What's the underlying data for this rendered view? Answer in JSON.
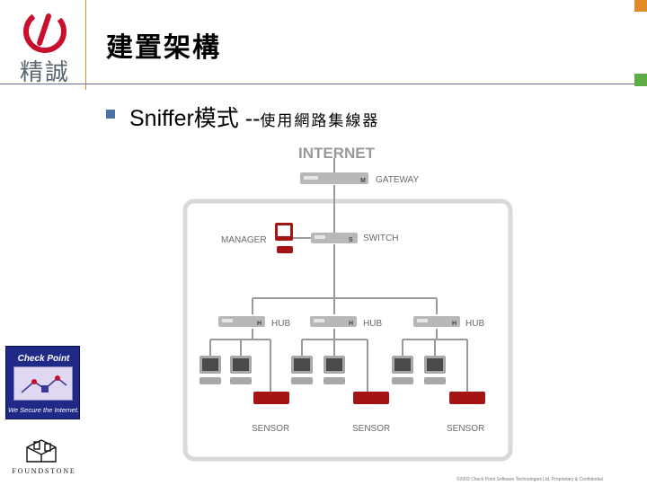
{
  "branding": {
    "company_name": "精誠",
    "checkpoint_title": "Check Point",
    "checkpoint_tagline": "We Secure the Internet.",
    "foundstone_name": "FOUNDSTONE"
  },
  "slide": {
    "title": "建置架構",
    "bullet_main": "Sniffer模式 --",
    "bullet_sub": "使用網路集線器"
  },
  "diagram": {
    "internet_label": "INTERNET",
    "gateway_label": "GATEWAY",
    "gateway_badge": "M",
    "manager_label": "MANAGER",
    "switch_label": "SWITCH",
    "switch_badge": "S",
    "hub_label": "HUB",
    "hub_badge": "H",
    "sensor_label": "SENSOR",
    "colors": {
      "device_gray": "#9a9a9a",
      "sensor_red": "#a31515",
      "monitor_dark": "#4a4a4a",
      "frame_gray": "#d9d9d9"
    }
  },
  "footer": {
    "text": "©2002 Check Point Software Technologies Ltd. Proprietary & Confidential"
  }
}
